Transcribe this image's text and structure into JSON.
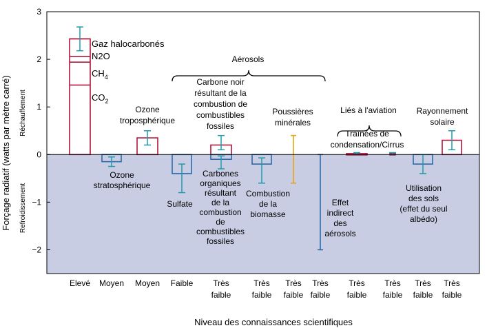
{
  "colors": {
    "negative_region": "#c8cde3",
    "crimson": "#b0163a",
    "teal": "#1f9aad",
    "blue": "#2a6aa8",
    "gold": "#e8a21a",
    "axis": "#000000"
  },
  "chart_data": {
    "type": "bar",
    "ylabel": "Forçage radiatif  (watts par mètre carré)",
    "xlabel": "Niveau des connaissances scientifiques",
    "ylim": [
      -2.5,
      3
    ],
    "yticks": [
      {
        "value": 3,
        "label": "3"
      },
      {
        "value": 2,
        "label": "2"
      },
      {
        "value": 1,
        "label": "1"
      },
      {
        "value": 0,
        "label": "0"
      },
      {
        "value": -1,
        "label": "−1"
      },
      {
        "value": -2,
        "label": "−2"
      }
    ],
    "side_labels": {
      "positive": "Réchauffement",
      "negative": "Refroidissement"
    },
    "categories": [
      {
        "x": 1,
        "label": [
          "Elevé"
        ]
      },
      {
        "x": 2,
        "label": [
          "Moyen"
        ]
      },
      {
        "x": 3,
        "label": [
          "Moyen"
        ]
      },
      {
        "x": 4,
        "label": [
          "Faible"
        ]
      },
      {
        "x": 5,
        "label": [
          "Très",
          "faible"
        ]
      },
      {
        "x": 6,
        "label": [
          "Très",
          "faible"
        ]
      },
      {
        "x": 7,
        "label": [
          "Très",
          "faible"
        ]
      },
      {
        "x": 8,
        "label": [
          "Très",
          "faible"
        ]
      },
      {
        "x": 9,
        "label": [
          "Très",
          "faible"
        ]
      },
      {
        "x": 10,
        "label": [
          "Très",
          "faible"
        ]
      },
      {
        "x": 11,
        "label": [
          "Très",
          "faible"
        ]
      },
      {
        "x": 12,
        "label": [
          "Très",
          "faible"
        ]
      }
    ],
    "bars": [
      {
        "id": "ghg",
        "x": 1,
        "style": "bar",
        "value": 2.43,
        "err": [
          2.18,
          2.68
        ],
        "color": "crimson",
        "segments": [
          {
            "value": 1.46,
            "label": "CO2"
          },
          {
            "value": 1.94,
            "label": "CH4"
          },
          {
            "value": 2.06,
            "label": "N2O"
          },
          {
            "value": 2.43,
            "label": "Gaz halocarbonés"
          }
        ]
      },
      {
        "id": "strat-ozone",
        "x": 2,
        "style": "bar",
        "value": -0.15,
        "err": [
          -0.05,
          -0.25
        ],
        "color": "blue"
      },
      {
        "id": "trop-ozone",
        "x": 3,
        "style": "bar",
        "value": 0.35,
        "err": [
          0.2,
          0.5
        ],
        "color": "crimson"
      },
      {
        "id": "sulfate",
        "x": 4,
        "style": "bar",
        "value": -0.4,
        "err": [
          -0.2,
          -0.8
        ],
        "color": "blue"
      },
      {
        "id": "black-carbon",
        "x": 5,
        "style": "bar",
        "value": 0.2,
        "err": [
          0.1,
          0.4
        ],
        "color": "crimson"
      },
      {
        "id": "organic-carbon",
        "x": 5,
        "style": "bar",
        "value": -0.1,
        "err": [
          -0.03,
          -0.3
        ],
        "color": "blue"
      },
      {
        "id": "biomass",
        "x": 6,
        "style": "bar",
        "value": -0.2,
        "err": [
          -0.07,
          -0.6
        ],
        "color": "blue"
      },
      {
        "id": "dust",
        "x": 7,
        "style": "range",
        "err": [
          0.4,
          -0.6
        ],
        "color": "gold"
      },
      {
        "id": "aerosol-indirect",
        "x": 8,
        "style": "range",
        "err": [
          0,
          -2
        ],
        "color": "blue"
      },
      {
        "id": "contrails",
        "x": 9,
        "style": "bar",
        "value": 0.02,
        "err": [
          0.005,
          0.04
        ],
        "color": "crimson"
      },
      {
        "id": "cirrus",
        "x": 10,
        "style": "bar",
        "value": 0.02,
        "err": [
          0,
          0.04
        ],
        "color": "crimson"
      },
      {
        "id": "land-use",
        "x": 11,
        "style": "bar",
        "value": -0.2,
        "err": [
          0,
          -0.4
        ],
        "color": "blue"
      },
      {
        "id": "solar",
        "x": 12,
        "style": "bar",
        "value": 0.3,
        "err": [
          0.1,
          0.5
        ],
        "color": "crimson"
      }
    ],
    "annotations": [
      {
        "id": "trop-ozone",
        "lines": [
          "Ozone",
          "troposphérique"
        ]
      },
      {
        "id": "strat-ozone",
        "lines": [
          "Ozone",
          "stratosphérique"
        ]
      },
      {
        "id": "black-carbon",
        "lines": [
          "Carbone noir",
          "résultant de la",
          "combustion de",
          "combustibles",
          "fossiles"
        ]
      },
      {
        "id": "organic-carbon",
        "lines": [
          "Carbones",
          "organiques",
          "résultant",
          "de la",
          "combustion",
          "de",
          "combustibles",
          "fossiles"
        ]
      },
      {
        "id": "sulfate",
        "lines": [
          "Sulfate"
        ]
      },
      {
        "id": "biomass",
        "lines": [
          "Combustion",
          "de la",
          "biomasse"
        ]
      },
      {
        "id": "dust",
        "lines": [
          "Poussières",
          "minérales"
        ]
      },
      {
        "id": "aerosol-indirect",
        "lines": [
          "Effet",
          "indirect",
          "des",
          "aérosols"
        ]
      },
      {
        "id": "contrails",
        "lines": [
          "Traînées de",
          "condensation/Cirrus"
        ]
      },
      {
        "id": "land-use",
        "lines": [
          "Utilisation",
          "des sols",
          "(effet du seul",
          "albédo)"
        ]
      },
      {
        "id": "solar",
        "lines": [
          "Rayonnement",
          "solaire"
        ]
      }
    ],
    "groups": [
      {
        "id": "aerosols",
        "label": "Aérosols",
        "from_x": 4,
        "to_x": 8
      },
      {
        "id": "aviation",
        "label": "Liés à l'aviation",
        "from_x": 9,
        "to_x": 10
      }
    ]
  }
}
